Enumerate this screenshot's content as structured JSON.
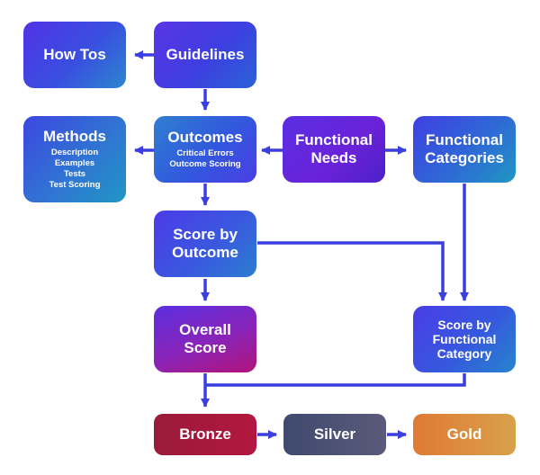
{
  "nodes": {
    "how_tos": {
      "title": "How Tos"
    },
    "guidelines": {
      "title": "Guidelines"
    },
    "methods": {
      "title": "Methods",
      "lines": [
        "Description",
        "Examples",
        "Tests",
        "Test Scoring"
      ]
    },
    "outcomes": {
      "title": "Outcomes",
      "lines": [
        "Critical Errors",
        "Outcome Scoring"
      ]
    },
    "functional_needs": {
      "title": [
        "Functional",
        "Needs"
      ]
    },
    "functional_categories": {
      "title": [
        "Functional",
        "Categories"
      ]
    },
    "score_by_outcome": {
      "title": [
        "Score by",
        "Outcome"
      ]
    },
    "overall_score": {
      "title": [
        "Overall",
        "Score"
      ]
    },
    "score_by_functional_category": {
      "title": [
        "Score by",
        "Functional",
        "Category"
      ]
    },
    "bronze": {
      "title": "Bronze"
    },
    "silver": {
      "title": "Silver"
    },
    "gold": {
      "title": "Gold"
    }
  },
  "colors": {
    "arrow": "#3b3fe0"
  }
}
